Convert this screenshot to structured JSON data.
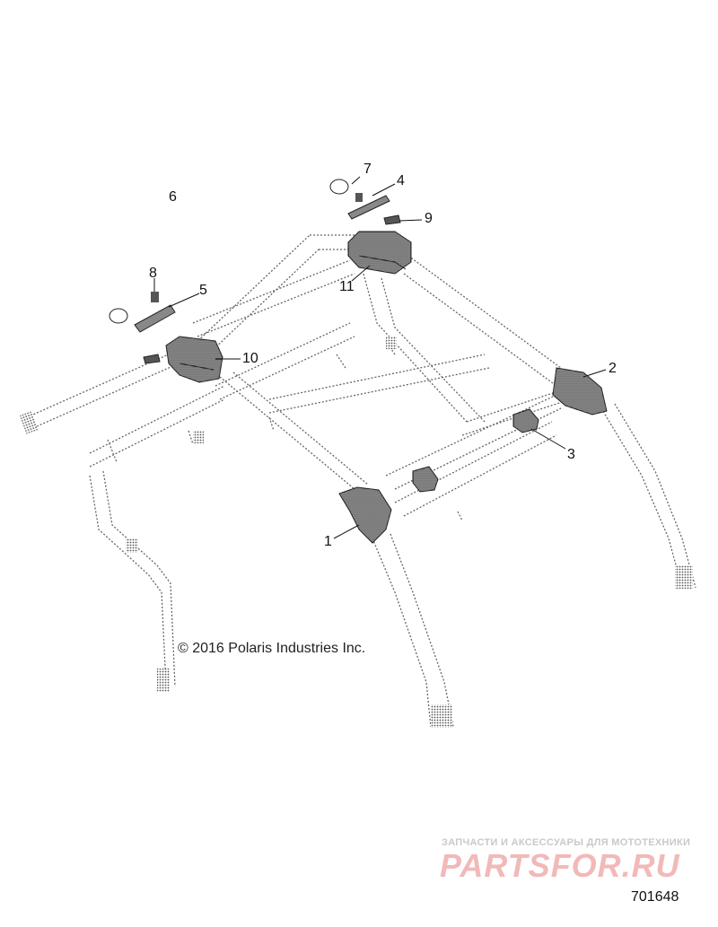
{
  "callouts": {
    "c1": "1",
    "c2": "2",
    "c3": "3",
    "c4": "4",
    "c5": "5",
    "c6": "6",
    "c7": "7",
    "c8": "8",
    "c9": "9",
    "c10": "10",
    "c11": "11"
  },
  "copyright": "© 2016 Polaris Industries Inc.",
  "watermark": {
    "tagline": "ЗАПЧАСТИ И АКСЕССУАРЫ ДЛЯ МОТОТЕХНИКИ",
    "brand": "PARTSFOR.RU"
  },
  "diagram_number": "701648",
  "colors": {
    "line": "#555555",
    "part_fill": "#7a7a7a",
    "watermark": "#f2b9b9"
  }
}
